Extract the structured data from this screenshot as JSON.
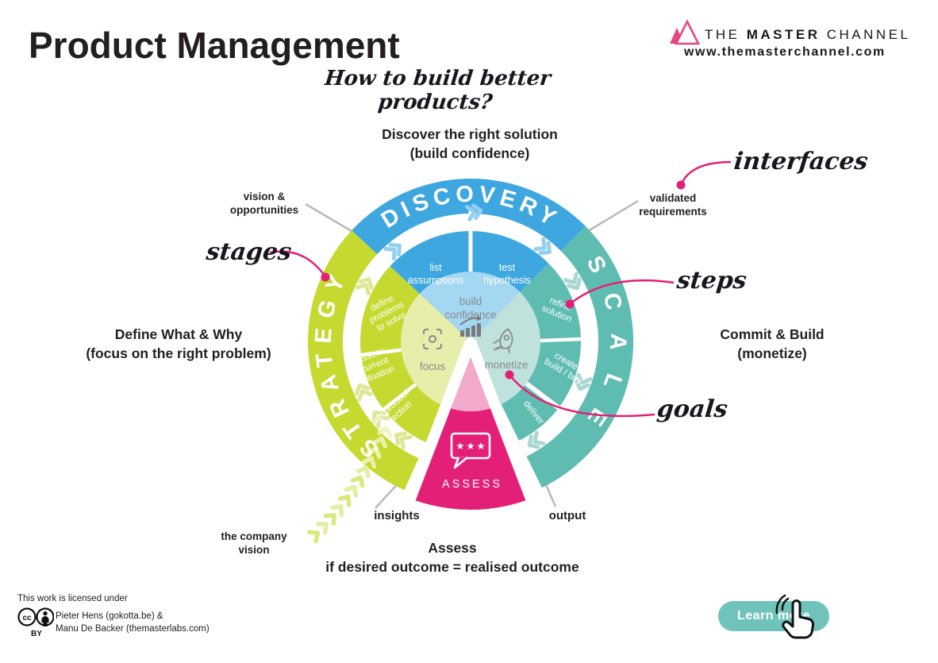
{
  "header": {
    "title": "Product Management",
    "subtitle": "How to build better products?"
  },
  "brand": {
    "name_the": "THE",
    "name_master": "MASTER",
    "name_channel": "CHANNEL",
    "url": "www.themasterchannel.com",
    "logo_icon": "mountains-icon",
    "accent_color": "#e5487f"
  },
  "captions": {
    "top": [
      "Discover the right solution",
      "(build confidence)"
    ],
    "left": [
      "Define What & Why",
      "(focus on the right problem)"
    ],
    "right": [
      "Commit & Build",
      "(monetize)"
    ],
    "bottom": [
      "Assess",
      "if desired outcome = realised outcome"
    ]
  },
  "wheel": {
    "stages": {
      "discovery": "DISCOVERY",
      "strategy": "STRATEGY",
      "scale": "SCALE",
      "assess": "ASSESS"
    },
    "discovery_steps": {
      "list_assumptions": [
        "list",
        "assumptions"
      ],
      "test_hypothesis": [
        "test",
        "hypothesis"
      ]
    },
    "strategy_steps": {
      "define_problems": [
        "define",
        "problems",
        "to solve"
      ],
      "assess_situation": [
        "assess",
        "current",
        "situation"
      ],
      "set_direction": [
        "set product",
        "direction"
      ]
    },
    "scale_steps": {
      "refine_solution": [
        "refine",
        "solution"
      ],
      "create_build_buy": [
        "create /",
        "build / buy"
      ],
      "deliver": "deliver"
    },
    "goals": {
      "build_confidence": [
        "build",
        "confidence"
      ],
      "focus": "focus",
      "monetize": "monetize"
    },
    "icons": {
      "build_confidence": "growth-chart-icon",
      "focus": "focus-target-icon",
      "monetize": "rocket-icon",
      "assess": "rating-bubble-icon"
    }
  },
  "pointer_labels": {
    "vision": [
      "vision &",
      "opportunities"
    ],
    "validated": [
      "validated",
      "requirements"
    ],
    "insights": "insights",
    "output": "output",
    "company_vision": [
      "the company",
      "vision"
    ]
  },
  "annotations": {
    "stages": "stages",
    "interfaces": "interfaces",
    "steps": "steps",
    "goals": "goals"
  },
  "footer": {
    "license_intro": "This work is licensed under",
    "license_cc": "cc",
    "license_by": "BY",
    "authors": [
      "Pieter Hens (gokotta.be) &",
      "Manu De Backer (themasterlabs.com)"
    ]
  },
  "cta": {
    "label": "Learn more"
  },
  "colors": {
    "blue": "#3ea7e0",
    "green": "#c5d930",
    "teal": "#5fbcb1",
    "pink": "#e41f78",
    "pale_blue": "#a4d7f1",
    "pale_green": "#e7eeac",
    "pale_teal": "#bfe2dc",
    "pale_pink": "#f2a9ca",
    "gray_text": "#8a8a8a",
    "annotation_pink": "#e41f78"
  }
}
